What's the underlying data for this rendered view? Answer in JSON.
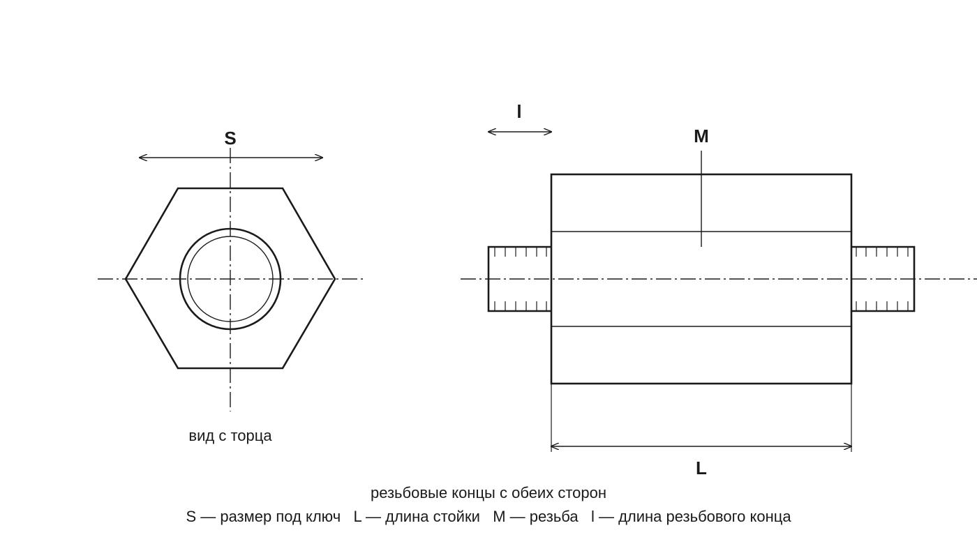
{
  "labels": {
    "s": "S",
    "l_small": "l",
    "m": "M",
    "l_big": "L",
    "end_view": "вид с торца",
    "threaded_note": "резьбовые концы с обеих сторон",
    "legend": "S — размер под ключ   L — длина стойки   M — резьба   l — длина резьбового конца"
  },
  "colors": {
    "stroke": "#1a1a1a",
    "background": "#ffffff"
  }
}
